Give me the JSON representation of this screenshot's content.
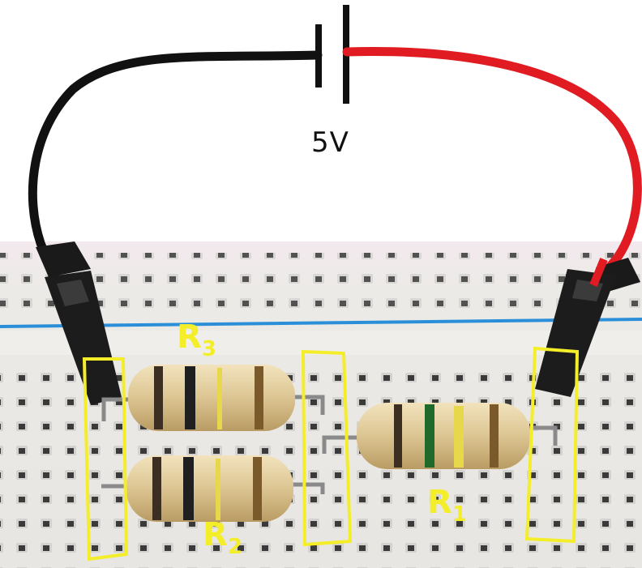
{
  "battery": {
    "voltage_label": "5V"
  },
  "resistors": [
    {
      "label": "R",
      "subscript": "3"
    },
    {
      "label": "R",
      "subscript": "2"
    },
    {
      "label": "R",
      "subscript": "1"
    }
  ],
  "colors": {
    "highlight": "#f4ee2a",
    "positive_wire": "#e01b22",
    "negative_wire": "#111111",
    "breadboard": "#ecebe8",
    "power_rail_line": "#2a8fd8",
    "resistor_body": "#e3cf9e"
  }
}
